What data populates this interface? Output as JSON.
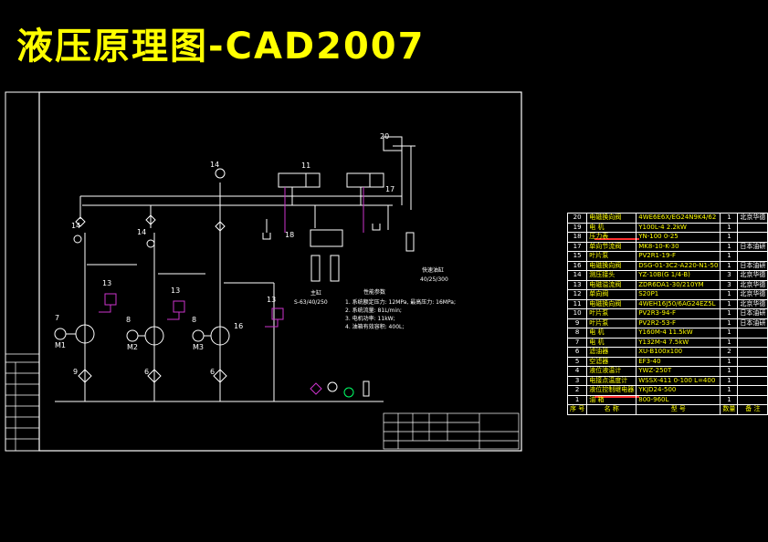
{
  "title": "液压原理图-CAD2007",
  "diagram": {
    "labels": {
      "n14": "14",
      "n7": "7",
      "n8": "8",
      "n9": "9",
      "n6": "6",
      "n16": "16",
      "n13": "13",
      "n11": "11",
      "n18": "18",
      "n17": "17",
      "n20": "20",
      "m1": "M1",
      "m2": "M2",
      "m3": "M3"
    },
    "notes_title": "性能参数",
    "notes": [
      "1. 系统额定压力: 12MPa, 最高压力: 16MPa;",
      "2. 系统流量: 81L/min;",
      "3. 电机功率: 11kW;",
      "4. 油箱有效容积: 400L;"
    ],
    "cylinder_label": "主缸",
    "cylinder_spec": "S-63/40/250",
    "right_label": "快速油缸",
    "right_spec": "40/25/300"
  },
  "bom": {
    "rows": [
      {
        "no": "20",
        "name": "电磁换向阀",
        "spec": "4WE6E6X/EG24N9K4/62",
        "qty": "1",
        "remark": "北京华德"
      },
      {
        "no": "19",
        "name": "电 机",
        "spec": "Y100L-4  2.2kW",
        "qty": "1",
        "remark": ""
      },
      {
        "no": "18",
        "name": "压力表",
        "spec": "YN-100 0-25",
        "qty": "1",
        "remark": ""
      },
      {
        "no": "17",
        "name": "单向节流阀",
        "spec": "MK8-10-K-30",
        "qty": "1",
        "remark": "日本油研"
      },
      {
        "no": "15",
        "name": "叶片泵",
        "spec": "PV2R1-19-F",
        "qty": "1",
        "remark": ""
      },
      {
        "no": "16",
        "name": "电磁换向阀",
        "spec": "DSG-01-3C2-A220-N1-50",
        "qty": "1",
        "remark": "日本油研"
      },
      {
        "no": "14",
        "name": "测压接头",
        "spec": "YZ-10B(G 1/4-B)",
        "qty": "3",
        "remark": "北京华德"
      },
      {
        "no": "13",
        "name": "电磁溢流阀",
        "spec": "ZDR6DA1-30/210YM",
        "qty": "3",
        "remark": "北京华德"
      },
      {
        "no": "12",
        "name": "单向阀",
        "spec": "S20P1",
        "qty": "1",
        "remark": "北京华德"
      },
      {
        "no": "11",
        "name": "电磁换向阀",
        "spec": "4WEH16J50/6AG24EZ5L",
        "qty": "1",
        "remark": "北京华德"
      },
      {
        "no": "10",
        "name": "叶片泵",
        "spec": "PV2R3-94-F",
        "qty": "1",
        "remark": "日本油研"
      },
      {
        "no": "9",
        "name": "叶片泵",
        "spec": "PV2R2-53-F",
        "qty": "1",
        "remark": "日本油研"
      },
      {
        "no": "8",
        "name": "电 机",
        "spec": "Y160M-4  11.5kW",
        "qty": "1",
        "remark": ""
      },
      {
        "no": "7",
        "name": "电 机",
        "spec": "Y132M-4  7.5kW",
        "qty": "1",
        "remark": ""
      },
      {
        "no": "6",
        "name": "滤油器",
        "spec": "XU-B100x100",
        "qty": "2",
        "remark": ""
      },
      {
        "no": "5",
        "name": "空滤器",
        "spec": "EF3-40",
        "qty": "1",
        "remark": ""
      },
      {
        "no": "4",
        "name": "液位液温计",
        "spec": "YWZ-250T",
        "qty": "1",
        "remark": ""
      },
      {
        "no": "3",
        "name": "电接点温度计",
        "spec": "WSSX-411  0-100  L=400",
        "qty": "1",
        "remark": ""
      },
      {
        "no": "2",
        "name": "液位控制继电器",
        "spec": "YKJD24-500",
        "qty": "1",
        "remark": ""
      },
      {
        "no": "1",
        "name": "油 箱",
        "spec": "800-960L",
        "qty": "1",
        "remark": ""
      }
    ],
    "header": {
      "no": "序 号",
      "name": "名 称",
      "spec": "型 号",
      "qty": "数量",
      "remark": "备 注"
    }
  },
  "colors": {
    "title": "#ffff00",
    "line": "#ffffff",
    "accent": "#cc33cc",
    "red": "#ff3030",
    "green": "#00ff66"
  }
}
